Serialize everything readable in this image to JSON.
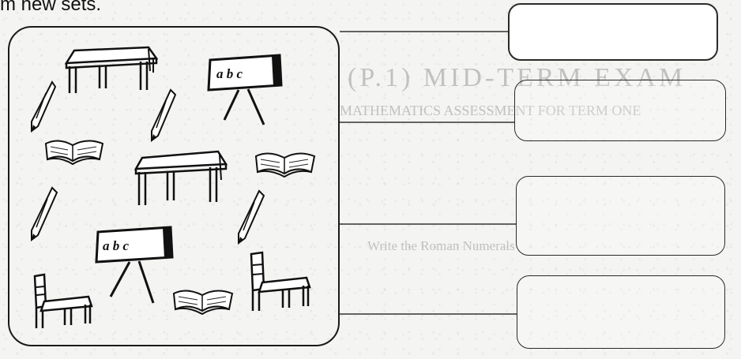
{
  "instruction": "m new sets.",
  "background_faint_text": {
    "line1": "(P.1) MID-TERM EXAM",
    "line2": "MATHEMATICS ASSESSMENT FOR TERM ONE",
    "line3": "Write the Roman Numerals"
  },
  "board_labels": {
    "board1": "a b c",
    "board2": "a b c"
  },
  "answer_boxes": {
    "box1": "",
    "box2": "",
    "box3": "",
    "box4": ""
  },
  "icons": [
    "table-icon",
    "chair-icon",
    "pencil-icon",
    "book-icon",
    "chalkboard-icon"
  ]
}
